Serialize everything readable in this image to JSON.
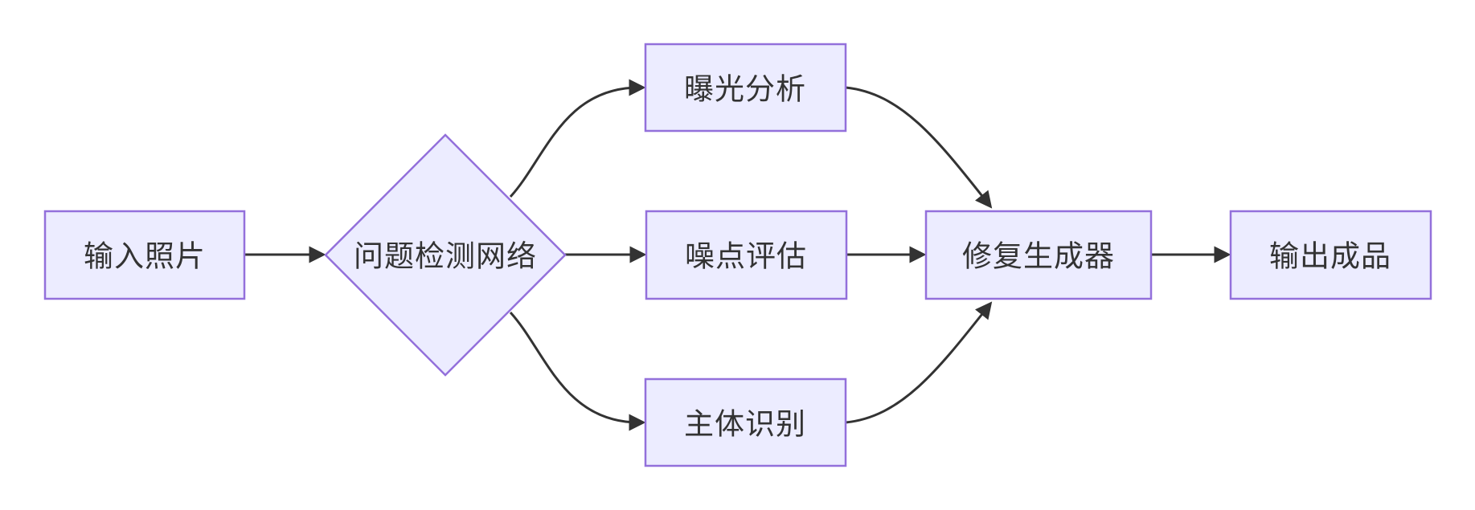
{
  "diagram": {
    "type": "flowchart",
    "direction": "left-to-right",
    "background": "#FFFFFF",
    "colors": {
      "node_fill": "#ECECFF",
      "node_border": "#9370DB",
      "edge": "#333333",
      "text": "#333333"
    },
    "nodes": [
      {
        "id": "input",
        "label": "输入照片",
        "shape": "rectangle"
      },
      {
        "id": "detect",
        "label": "问题检测网络",
        "shape": "diamond"
      },
      {
        "id": "exposure",
        "label": "曝光分析",
        "shape": "rectangle"
      },
      {
        "id": "noise",
        "label": "噪点评估",
        "shape": "rectangle"
      },
      {
        "id": "subject",
        "label": "主体识别",
        "shape": "rectangle"
      },
      {
        "id": "repair",
        "label": "修复生成器",
        "shape": "rectangle"
      },
      {
        "id": "output",
        "label": "输出成品",
        "shape": "rectangle"
      }
    ],
    "edges": [
      {
        "from": "input",
        "to": "detect"
      },
      {
        "from": "detect",
        "to": "exposure"
      },
      {
        "from": "detect",
        "to": "noise"
      },
      {
        "from": "detect",
        "to": "subject"
      },
      {
        "from": "exposure",
        "to": "repair"
      },
      {
        "from": "noise",
        "to": "repair"
      },
      {
        "from": "subject",
        "to": "repair"
      },
      {
        "from": "repair",
        "to": "output"
      }
    ]
  }
}
